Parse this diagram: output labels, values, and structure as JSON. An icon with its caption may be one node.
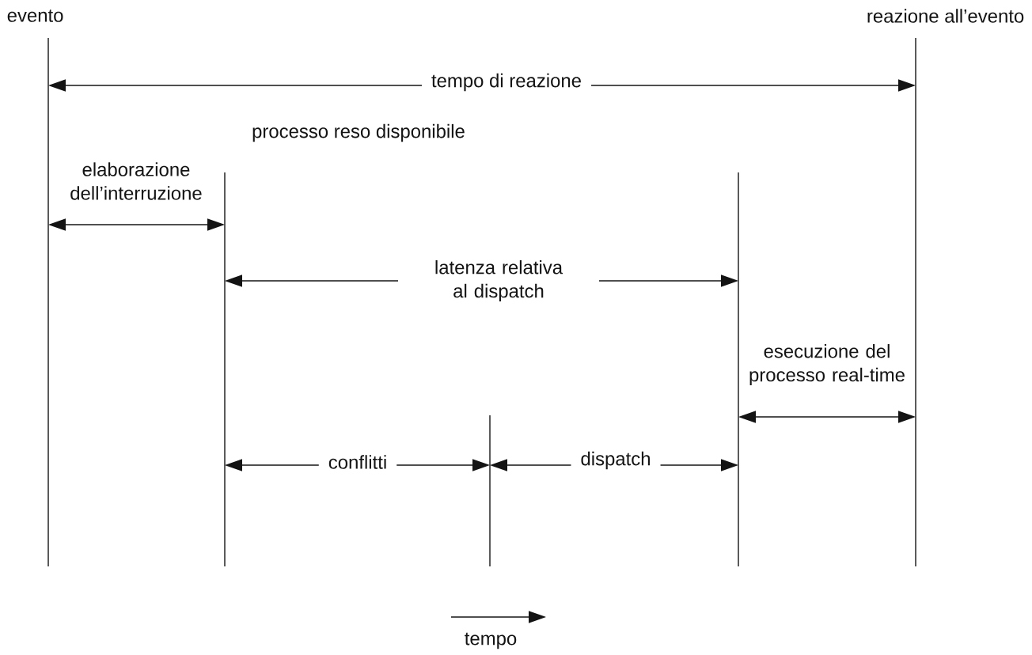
{
  "diagram": {
    "labels": [
      "evento",
      "reazione all’evento",
      "tempo di reazione",
      "processo reso disponibile",
      "elaborazione dell’interruzione",
      "latenza relativa al dispatch",
      "esecuzione del processo real-time",
      "conflitti",
      "dispatch",
      "tempo"
    ]
  }
}
